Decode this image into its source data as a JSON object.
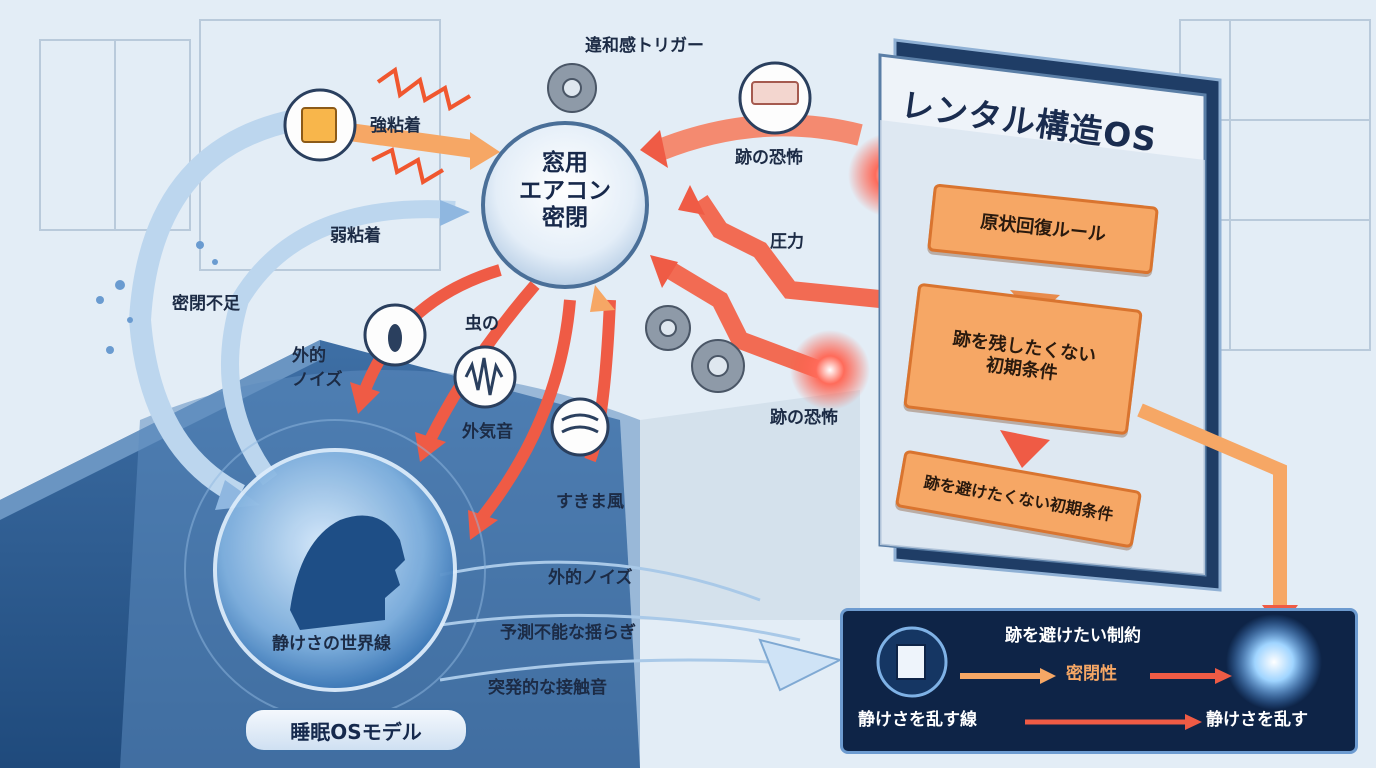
{
  "center_node": {
    "lines": [
      "窓用",
      "エアコン",
      "密閉"
    ]
  },
  "labels": {
    "trigger": "違和感トリガー",
    "strong_adhesive": "強粘着",
    "weak_adhesive": "弱粘着",
    "insufficient_seal": "密閉不足",
    "external_noise_left": "外的\nノイズ",
    "bug": "虫の",
    "outside_sound": "外気音",
    "draft": "すきま風",
    "fear_top": "跡の恐怖",
    "pressure": "圧力",
    "fear_bottom": "跡の恐怖",
    "world_line": "静けさの世界線",
    "external_noise": "外的ノイズ",
    "unpredictable": "予測不能な揺らぎ",
    "contact_sound": "突発的な接触音"
  },
  "rental_os": {
    "title": "レンタル構造OS",
    "rule": "原状回復ルール",
    "initial_condition": "跡を残したくない\n初期条件",
    "avoid_condition": "跡を避けたくない初期条件"
  },
  "sleep_os": {
    "label": "睡眠OSモデル"
  },
  "bottom_panel": {
    "constraint": "跡を避けたい制約",
    "airtightness": "密閉性",
    "disturb_line": "静けさを乱す線",
    "disturb": "静けさを乱す"
  },
  "colors": {
    "navy": "#0e2447",
    "orange": "#f6a765",
    "red_arrow": "#ef5b45",
    "light_blue": "#bcd6ee"
  }
}
